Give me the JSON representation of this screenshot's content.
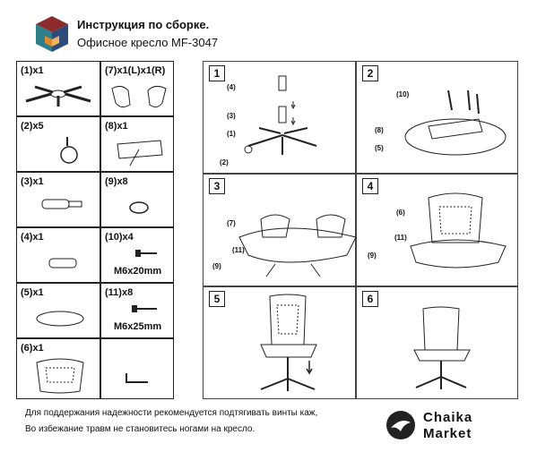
{
  "header": {
    "title": "Инструкция по сборке.",
    "subtitle": "Офисное кресло MF-3047"
  },
  "parts": [
    {
      "label": "(1)x1",
      "icon": "chair-base-icon"
    },
    {
      "label": "(7)x1(L)x1(R)",
      "icon": "armrests-icon"
    },
    {
      "label": "(2)x5",
      "icon": "caster-wheel-icon"
    },
    {
      "label": "(8)x1",
      "icon": "tilt-mechanism-icon"
    },
    {
      "label": "(3)x1",
      "icon": "gas-lift-icon"
    },
    {
      "label": "(9)x8",
      "icon": "washer-icon"
    },
    {
      "label": "(4)x1",
      "icon": "gas-lift-cover-icon"
    },
    {
      "label": "(10)x4",
      "sublabel": "M6x20mm",
      "icon": "bolt-short-icon"
    },
    {
      "label": "(5)x1",
      "icon": "seat-cushion-icon"
    },
    {
      "label": "(11)x8",
      "sublabel": "M6x25mm",
      "icon": "bolt-long-icon"
    },
    {
      "label": "(6)x1",
      "icon": "backrest-icon"
    },
    {
      "label": "",
      "icon": "allen-key-icon"
    }
  ],
  "steps": [
    {
      "number": "1",
      "callouts": [
        "(4)",
        "(3)",
        "(1)",
        "(2)"
      ]
    },
    {
      "number": "2",
      "callouts": [
        "(10)",
        "(8)",
        "(5)"
      ]
    },
    {
      "number": "3",
      "callouts": [
        "(7)",
        "(11)",
        "(9)"
      ]
    },
    {
      "number": "4",
      "callouts": [
        "(6)",
        "(11)",
        "(9)"
      ]
    },
    {
      "number": "5",
      "callouts": []
    },
    {
      "number": "6",
      "callouts": []
    }
  ],
  "notes": [
    "Для поддержания надежности рекомендуется подтягивать винты каж,",
    "Во избежание травм не становитесь ногами на кресло."
  ],
  "brand": {
    "line1": "Chaika",
    "line2": "Market"
  },
  "colors": {
    "logo_red": "#8b2b2b",
    "logo_teal": "#2e7f8a",
    "logo_blue": "#2c4a7a",
    "logo_orange": "#e08a2e",
    "line": "#222222"
  }
}
